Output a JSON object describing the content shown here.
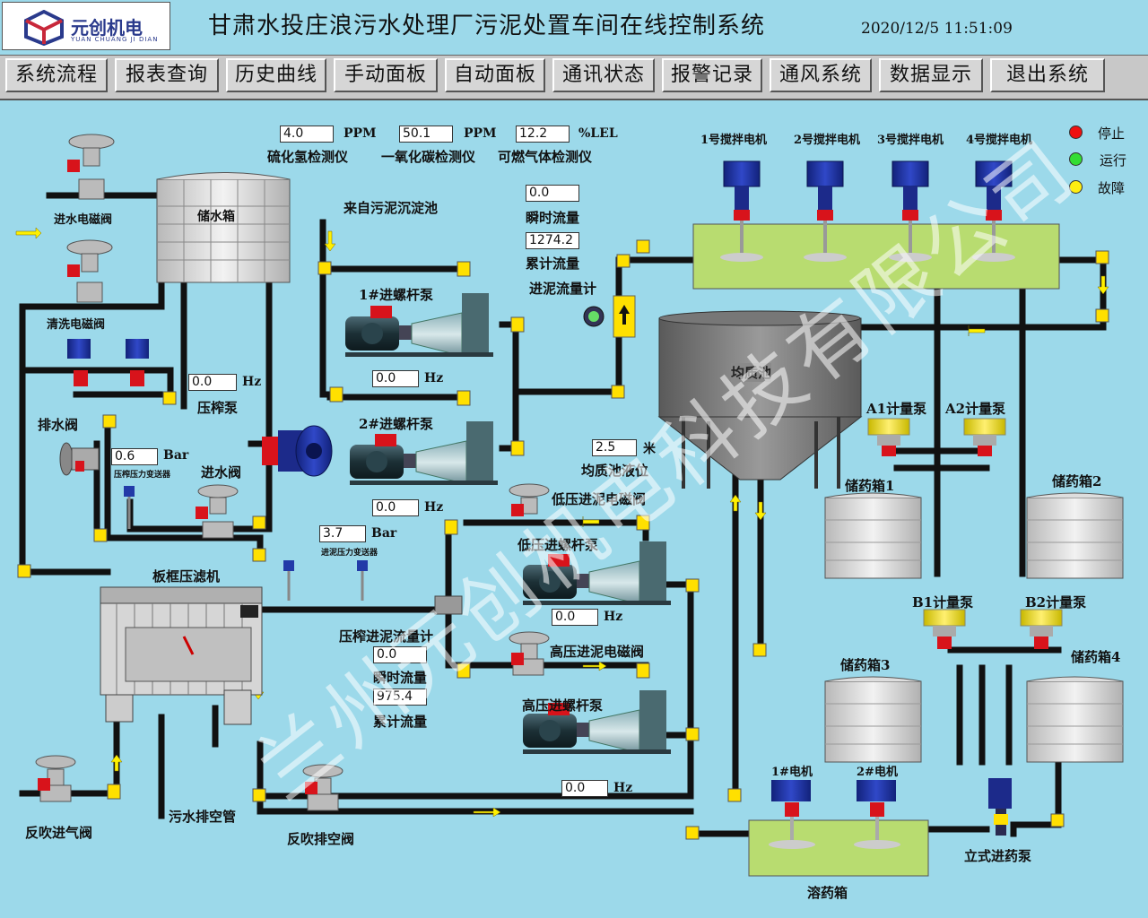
{
  "header": {
    "logo_cn": "元创机电",
    "logo_en": "YUAN CHUANG JI DIAN",
    "title": "甘肃水投庄浪污水处理厂污泥处置车间在线控制系统",
    "datetime": "2020/12/5  11:51:09"
  },
  "menu": [
    {
      "label": "系统流程"
    },
    {
      "label": "报表查询"
    },
    {
      "label": "历史曲线"
    },
    {
      "label": "手动面板"
    },
    {
      "label": "自动面板"
    },
    {
      "label": "通讯状态"
    },
    {
      "label": "报警记录"
    },
    {
      "label": "通风系统"
    },
    {
      "label": "数据显示"
    },
    {
      "label": "退出系统"
    }
  ],
  "gas": {
    "h2s": {
      "value": "4.0",
      "unit": "PPM",
      "label": "硫化氢检测仪"
    },
    "co": {
      "value": "50.1",
      "unit": "PPM",
      "label": "一氧化碳检测仪"
    },
    "lel": {
      "value": "12.2",
      "unit": "%LEL",
      "label": "可燃气体检测仪"
    }
  },
  "legend": {
    "stop": {
      "label": "停止",
      "color": "#ee1111"
    },
    "run": {
      "label": "运行",
      "color": "#33dd33"
    },
    "fault": {
      "label": "故障",
      "color": "#ffee11"
    }
  },
  "labels": {
    "inlet_valve": "进水电磁阀",
    "water_tank": "储水箱",
    "clean_valve": "清洗电磁阀",
    "press_pump": "压榨泵",
    "drain_valve": "排水阀",
    "in_valve": "进水阀",
    "press_pt": "压榨压力变送器",
    "filter_press": "板框压滤机",
    "from_tank": "来自污泥沉淀池",
    "pump1": "1#进螺杆泵",
    "pump2": "2#进螺杆泵",
    "inst_flow": "瞬时流量",
    "total_flow": "累计流量",
    "sludge_meter": "进泥流量计",
    "hom_tank": "均质池",
    "hom_level": "均质池液位",
    "level_unit": "米",
    "lp_valve": "低压进泥电磁阀",
    "lp_pump": "低压进螺杆泵",
    "feed_pt": "进泥压力变送器",
    "press_flow": "压榨进泥流量计",
    "hp_valve": "高压进泥电磁阀",
    "hp_pump": "高压进螺杆泵",
    "drain_pipe": "污水排空管",
    "blow_in": "反吹进气阀",
    "blow_out": "反吹排空阀",
    "m1": "1号搅拌电机",
    "m2": "2号搅拌电机",
    "m3": "3号搅拌电机",
    "m4": "4号搅拌电机",
    "a1": "A1计量泵",
    "a2": "A2计量泵",
    "b1": "B1计量泵",
    "b2": "B2计量泵",
    "tank1": "储药箱1",
    "tank2": "储药箱2",
    "tank3": "储药箱3",
    "tank4": "储药箱4",
    "dm1": "1#电机",
    "dm2": "2#电机",
    "dissolve": "溶药箱",
    "vert_pump": "立式进药泵",
    "hz": "Hz",
    "bar": "Bar"
  },
  "values": {
    "press_pump_hz": "0.0",
    "press_pressure": "0.6",
    "feed_pressure": "3.7",
    "pump1_hz": "0.0",
    "pump2_hz": "0.0",
    "inlet_inst": "0.0",
    "inlet_total": "1274.2",
    "hom_level": "2.5",
    "lp_hz": "0.0",
    "press_inst": "0.0",
    "press_total": "975.4",
    "hp_hz": "0.0"
  },
  "watermark": "兰州元创机电科技有限公司"
}
